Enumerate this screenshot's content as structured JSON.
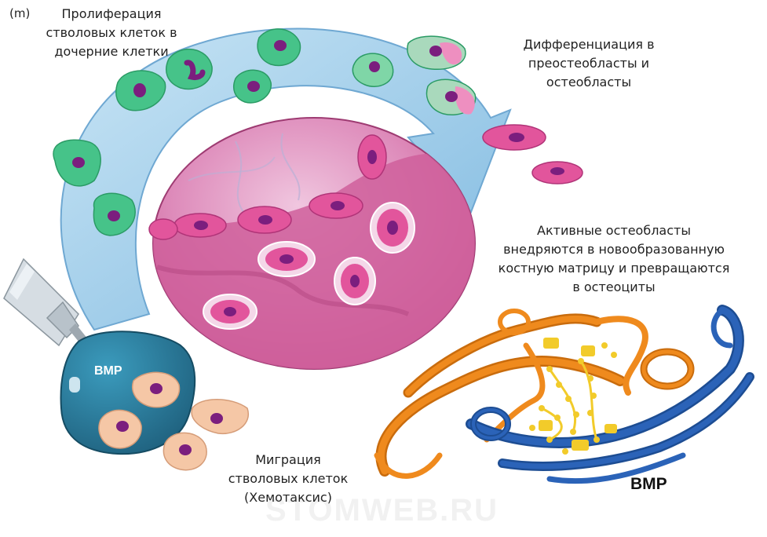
{
  "panel_letter": "(m)",
  "labels": {
    "proliferation": [
      "Пролиферация",
      "стволовых клеток в",
      "дочерние клетки"
    ],
    "differentiation": [
      "Дифференциация в",
      "преостеобласты и",
      "остеобласты"
    ],
    "active": [
      "Активные остеобласты",
      "внедряются в новообразованную",
      "костную матрицу и превращаются",
      "в остеоциты"
    ],
    "migration": [
      "Миграция",
      "стволовых клеток",
      "(Хемотаксис)"
    ]
  },
  "bmp_blob_label": "BMP",
  "bmp_protein_label": "BMP",
  "watermark": "STOMWEB.RU",
  "colors": {
    "arrow": "#a9d3ee",
    "stem_cell": "#46c389",
    "osteoblast": "#e2559c",
    "matrix": "#d36aa3",
    "bmp_blob": "#2f7f9e",
    "migrating_cell": "#f5c7a6",
    "nucleus": "#7b1e7e",
    "protein_orange": "#ef8a1d",
    "protein_blue": "#2b63b8",
    "protein_yellow": "#f2cb2a"
  },
  "icons": [
    "syringe-icon",
    "bmp-protein-ribbon-icon"
  ]
}
